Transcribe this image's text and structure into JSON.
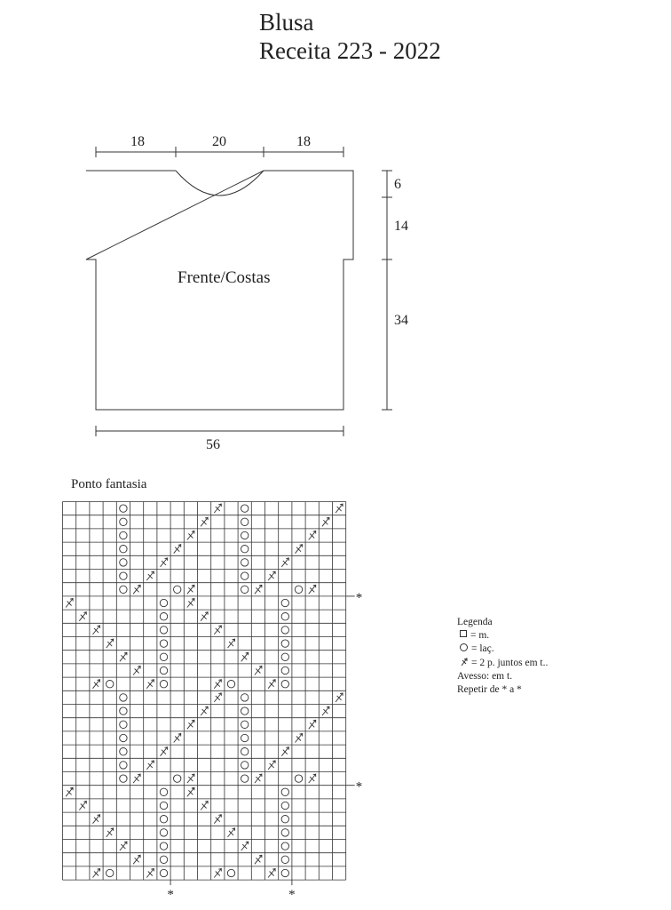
{
  "title": {
    "line1": "Blusa",
    "line2": "Receita 223 - 2022"
  },
  "schematic": {
    "piece_label": "Frente/Costas",
    "top_widths": [
      "18",
      "20",
      "18"
    ],
    "bottom_width": "56",
    "heights": [
      "6",
      "14",
      "34"
    ]
  },
  "chart": {
    "title": "Ponto fantasia",
    "columns": 21,
    "rows": 28,
    "repeat_marker": "*",
    "row_markers_from_top": [
      7,
      21
    ],
    "column_markers_from_left": [
      8,
      17
    ],
    "cells": [
      {
        "r": 0,
        "c": 4,
        "s": "o"
      },
      {
        "r": 0,
        "c": 11,
        "s": "k"
      },
      {
        "r": 0,
        "c": 13,
        "s": "o"
      },
      {
        "r": 0,
        "c": 20,
        "s": "k"
      },
      {
        "r": 1,
        "c": 4,
        "s": "o"
      },
      {
        "r": 1,
        "c": 10,
        "s": "k"
      },
      {
        "r": 1,
        "c": 13,
        "s": "o"
      },
      {
        "r": 1,
        "c": 19,
        "s": "k"
      },
      {
        "r": 2,
        "c": 4,
        "s": "o"
      },
      {
        "r": 2,
        "c": 9,
        "s": "k"
      },
      {
        "r": 2,
        "c": 13,
        "s": "o"
      },
      {
        "r": 2,
        "c": 18,
        "s": "k"
      },
      {
        "r": 3,
        "c": 4,
        "s": "o"
      },
      {
        "r": 3,
        "c": 8,
        "s": "k"
      },
      {
        "r": 3,
        "c": 13,
        "s": "o"
      },
      {
        "r": 3,
        "c": 17,
        "s": "k"
      },
      {
        "r": 4,
        "c": 4,
        "s": "o"
      },
      {
        "r": 4,
        "c": 7,
        "s": "k"
      },
      {
        "r": 4,
        "c": 13,
        "s": "o"
      },
      {
        "r": 4,
        "c": 16,
        "s": "k"
      },
      {
        "r": 5,
        "c": 4,
        "s": "o"
      },
      {
        "r": 5,
        "c": 6,
        "s": "k"
      },
      {
        "r": 5,
        "c": 13,
        "s": "o"
      },
      {
        "r": 5,
        "c": 15,
        "s": "k"
      },
      {
        "r": 6,
        "c": 4,
        "s": "o"
      },
      {
        "r": 6,
        "c": 5,
        "s": "k"
      },
      {
        "r": 6,
        "c": 8,
        "s": "o"
      },
      {
        "r": 6,
        "c": 9,
        "s": "k"
      },
      {
        "r": 6,
        "c": 13,
        "s": "o"
      },
      {
        "r": 6,
        "c": 14,
        "s": "k"
      },
      {
        "r": 6,
        "c": 17,
        "s": "o"
      },
      {
        "r": 6,
        "c": 18,
        "s": "k"
      },
      {
        "r": 7,
        "c": 0,
        "s": "k"
      },
      {
        "r": 7,
        "c": 7,
        "s": "o"
      },
      {
        "r": 7,
        "c": 9,
        "s": "k"
      },
      {
        "r": 7,
        "c": 16,
        "s": "o"
      },
      {
        "r": 8,
        "c": 1,
        "s": "k"
      },
      {
        "r": 8,
        "c": 7,
        "s": "o"
      },
      {
        "r": 8,
        "c": 10,
        "s": "k"
      },
      {
        "r": 8,
        "c": 16,
        "s": "o"
      },
      {
        "r": 9,
        "c": 2,
        "s": "k"
      },
      {
        "r": 9,
        "c": 7,
        "s": "o"
      },
      {
        "r": 9,
        "c": 11,
        "s": "k"
      },
      {
        "r": 9,
        "c": 16,
        "s": "o"
      },
      {
        "r": 10,
        "c": 3,
        "s": "k"
      },
      {
        "r": 10,
        "c": 7,
        "s": "o"
      },
      {
        "r": 10,
        "c": 12,
        "s": "k"
      },
      {
        "r": 10,
        "c": 16,
        "s": "o"
      },
      {
        "r": 11,
        "c": 4,
        "s": "k"
      },
      {
        "r": 11,
        "c": 7,
        "s": "o"
      },
      {
        "r": 11,
        "c": 13,
        "s": "k"
      },
      {
        "r": 11,
        "c": 16,
        "s": "o"
      },
      {
        "r": 12,
        "c": 5,
        "s": "k"
      },
      {
        "r": 12,
        "c": 7,
        "s": "o"
      },
      {
        "r": 12,
        "c": 14,
        "s": "k"
      },
      {
        "r": 12,
        "c": 16,
        "s": "o"
      },
      {
        "r": 13,
        "c": 2,
        "s": "k"
      },
      {
        "r": 13,
        "c": 3,
        "s": "o"
      },
      {
        "r": 13,
        "c": 6,
        "s": "k"
      },
      {
        "r": 13,
        "c": 7,
        "s": "o"
      },
      {
        "r": 13,
        "c": 11,
        "s": "k"
      },
      {
        "r": 13,
        "c": 12,
        "s": "o"
      },
      {
        "r": 13,
        "c": 15,
        "s": "k"
      },
      {
        "r": 13,
        "c": 16,
        "s": "o"
      },
      {
        "r": 14,
        "c": 4,
        "s": "o"
      },
      {
        "r": 14,
        "c": 11,
        "s": "k"
      },
      {
        "r": 14,
        "c": 13,
        "s": "o"
      },
      {
        "r": 14,
        "c": 20,
        "s": "k"
      },
      {
        "r": 15,
        "c": 4,
        "s": "o"
      },
      {
        "r": 15,
        "c": 10,
        "s": "k"
      },
      {
        "r": 15,
        "c": 13,
        "s": "o"
      },
      {
        "r": 15,
        "c": 19,
        "s": "k"
      },
      {
        "r": 16,
        "c": 4,
        "s": "o"
      },
      {
        "r": 16,
        "c": 9,
        "s": "k"
      },
      {
        "r": 16,
        "c": 13,
        "s": "o"
      },
      {
        "r": 16,
        "c": 18,
        "s": "k"
      },
      {
        "r": 17,
        "c": 4,
        "s": "o"
      },
      {
        "r": 17,
        "c": 8,
        "s": "k"
      },
      {
        "r": 17,
        "c": 13,
        "s": "o"
      },
      {
        "r": 17,
        "c": 17,
        "s": "k"
      },
      {
        "r": 18,
        "c": 4,
        "s": "o"
      },
      {
        "r": 18,
        "c": 7,
        "s": "k"
      },
      {
        "r": 18,
        "c": 13,
        "s": "o"
      },
      {
        "r": 18,
        "c": 16,
        "s": "k"
      },
      {
        "r": 19,
        "c": 4,
        "s": "o"
      },
      {
        "r": 19,
        "c": 6,
        "s": "k"
      },
      {
        "r": 19,
        "c": 13,
        "s": "o"
      },
      {
        "r": 19,
        "c": 15,
        "s": "k"
      },
      {
        "r": 20,
        "c": 4,
        "s": "o"
      },
      {
        "r": 20,
        "c": 5,
        "s": "k"
      },
      {
        "r": 20,
        "c": 8,
        "s": "o"
      },
      {
        "r": 20,
        "c": 9,
        "s": "k"
      },
      {
        "r": 20,
        "c": 13,
        "s": "o"
      },
      {
        "r": 20,
        "c": 14,
        "s": "k"
      },
      {
        "r": 20,
        "c": 17,
        "s": "o"
      },
      {
        "r": 20,
        "c": 18,
        "s": "k"
      },
      {
        "r": 21,
        "c": 0,
        "s": "k"
      },
      {
        "r": 21,
        "c": 7,
        "s": "o"
      },
      {
        "r": 21,
        "c": 9,
        "s": "k"
      },
      {
        "r": 21,
        "c": 16,
        "s": "o"
      },
      {
        "r": 22,
        "c": 1,
        "s": "k"
      },
      {
        "r": 22,
        "c": 7,
        "s": "o"
      },
      {
        "r": 22,
        "c": 10,
        "s": "k"
      },
      {
        "r": 22,
        "c": 16,
        "s": "o"
      },
      {
        "r": 23,
        "c": 2,
        "s": "k"
      },
      {
        "r": 23,
        "c": 7,
        "s": "o"
      },
      {
        "r": 23,
        "c": 11,
        "s": "k"
      },
      {
        "r": 23,
        "c": 16,
        "s": "o"
      },
      {
        "r": 24,
        "c": 3,
        "s": "k"
      },
      {
        "r": 24,
        "c": 7,
        "s": "o"
      },
      {
        "r": 24,
        "c": 12,
        "s": "k"
      },
      {
        "r": 24,
        "c": 16,
        "s": "o"
      },
      {
        "r": 25,
        "c": 4,
        "s": "k"
      },
      {
        "r": 25,
        "c": 7,
        "s": "o"
      },
      {
        "r": 25,
        "c": 13,
        "s": "k"
      },
      {
        "r": 25,
        "c": 16,
        "s": "o"
      },
      {
        "r": 26,
        "c": 5,
        "s": "k"
      },
      {
        "r": 26,
        "c": 7,
        "s": "o"
      },
      {
        "r": 26,
        "c": 14,
        "s": "k"
      },
      {
        "r": 26,
        "c": 16,
        "s": "o"
      },
      {
        "r": 27,
        "c": 2,
        "s": "k"
      },
      {
        "r": 27,
        "c": 3,
        "s": "o"
      },
      {
        "r": 27,
        "c": 6,
        "s": "k"
      },
      {
        "r": 27,
        "c": 7,
        "s": "o"
      },
      {
        "r": 27,
        "c": 11,
        "s": "k"
      },
      {
        "r": 27,
        "c": 12,
        "s": "o"
      },
      {
        "r": 27,
        "c": 15,
        "s": "k"
      },
      {
        "r": 27,
        "c": 16,
        "s": "o"
      }
    ]
  },
  "legend": {
    "title": "Legenda",
    "knit": "= m.",
    "yarn_over": "= laç.",
    "k2tog": "= 2 p. juntos em t..",
    "wrong_side": "Avesso: em t.",
    "repeat": "Repetir de * a *"
  },
  "colors": {
    "line": "#333333",
    "text": "#222222"
  }
}
